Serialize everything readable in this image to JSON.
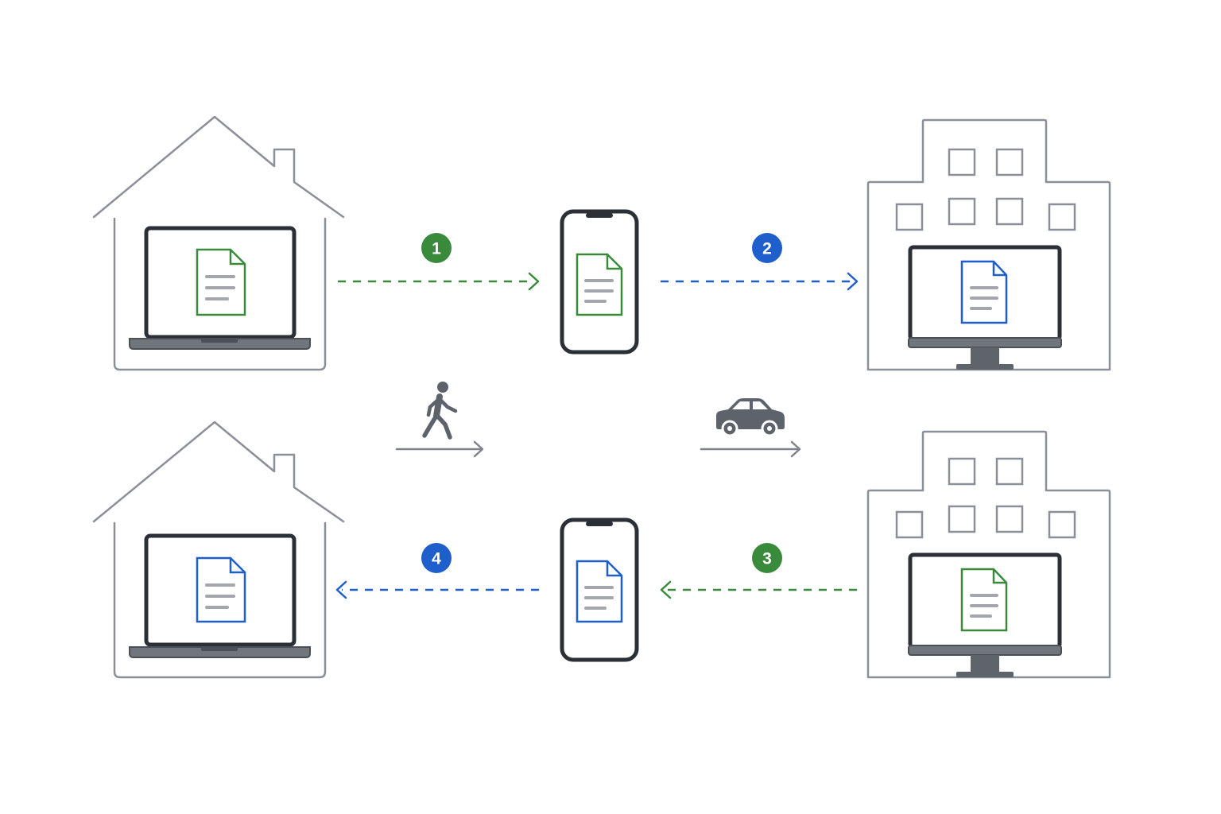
{
  "colors": {
    "green": "#3a8a3c",
    "blue": "#1f5fcc",
    "outline": "#8b8f98",
    "device": "#2b2f36",
    "icon_gray": "#5d626b"
  },
  "steps": [
    {
      "number": "1",
      "color": "green"
    },
    {
      "number": "2",
      "color": "blue"
    },
    {
      "number": "3",
      "color": "green"
    },
    {
      "number": "4",
      "color": "blue"
    }
  ],
  "icons": {
    "home": "house-icon",
    "office": "office-building-icon",
    "laptop": "laptop-icon",
    "phone": "smartphone-icon",
    "monitor": "desktop-monitor-icon",
    "document": "document-icon",
    "walk": "walking-person-icon",
    "car": "car-icon"
  }
}
